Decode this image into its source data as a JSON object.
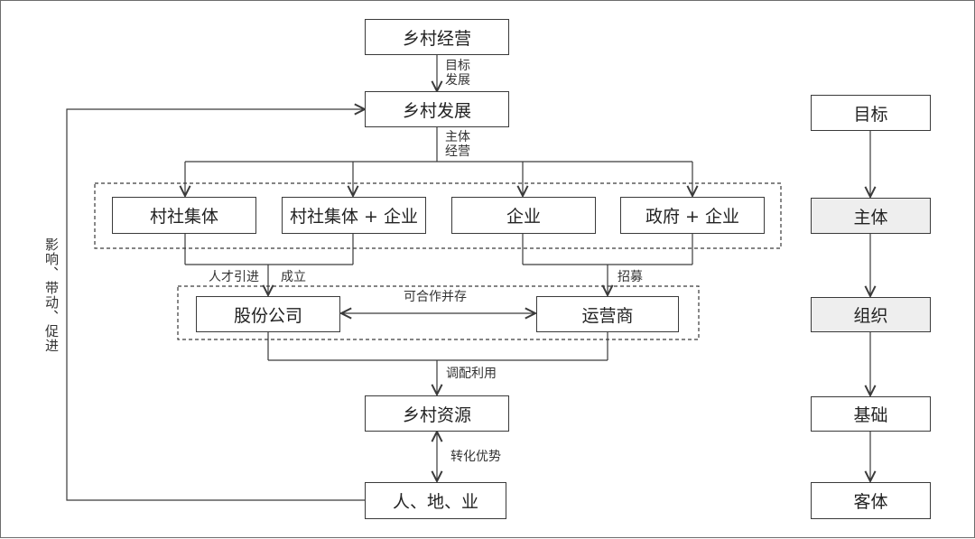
{
  "nodes": {
    "rural_operation": "乡村经营",
    "rural_development": "乡村发展",
    "village_collective": "村社集体",
    "collective_plus_enterprise": "村社集体 + 企业",
    "enterprise": "企业",
    "government_plus_enterprise": "政府 + 企业",
    "joint_stock_company": "股份公司",
    "operator": "运营商",
    "rural_resources": "乡村资源",
    "people_land_industry": "人、地、业"
  },
  "edge_labels": {
    "goal_development_line1": "目标",
    "goal_development_line2": "发展",
    "subject_operation_line1": "主体",
    "subject_operation_line2": "经营",
    "talent_introduction": "人才引进",
    "establish": "成立",
    "recruit": "招募",
    "cooperate_coexist": "可合作并存",
    "allocate_use": "调配利用",
    "transform_advantage": "转化优势",
    "feedback": "影响、带动、促进"
  },
  "legend": {
    "goal": "目标",
    "subject": "主体",
    "organization": "组织",
    "foundation": "基础",
    "object": "客体"
  }
}
